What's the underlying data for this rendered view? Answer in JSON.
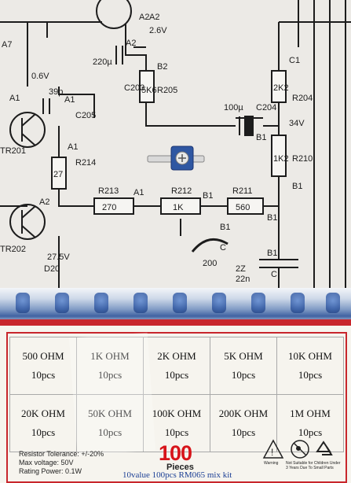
{
  "schematic": {
    "labels": [
      "A7",
      "A2",
      "A2",
      "A2",
      "2.6V",
      "C203",
      "R205",
      "B2",
      "220µ",
      "0.6V",
      "A1",
      "39p",
      "A1",
      "C205",
      "A1",
      "R214",
      "27",
      "TR201",
      "TR202",
      "A1",
      "A2",
      "R213",
      "270",
      "R212",
      "1K",
      "B1",
      "R211",
      "560",
      "B1",
      "5K6",
      "100µ",
      "C1",
      "C204",
      "34V",
      "R204",
      "2K2",
      "R210",
      "1K2",
      "B1",
      "B1",
      "B1",
      "C",
      "200",
      "2Z",
      "22n",
      "C",
      "B1",
      "D20",
      "27.5V"
    ]
  },
  "card": {
    "cells": [
      {
        "value": "500 OHM",
        "qty": "10pcs"
      },
      {
        "value": "1K OHM",
        "qty": "10pcs"
      },
      {
        "value": "2K OHM",
        "qty": "10pcs"
      },
      {
        "value": "5K OHM",
        "qty": "10pcs"
      },
      {
        "value": "10K OHM",
        "qty": "10pcs"
      },
      {
        "value": "20K OHM",
        "qty": "10pcs"
      },
      {
        "value": "50K OHM",
        "qty": "10pcs"
      },
      {
        "value": "100K OHM",
        "qty": "10pcs"
      },
      {
        "value": "200K OHM",
        "qty": "10pcs"
      },
      {
        "value": "1M OHM",
        "qty": "10pcs"
      }
    ],
    "specs": {
      "tolerance": "Resistor Tolerance: +/-20%",
      "voltage": "Max voltage: 50V",
      "power": "Rating Power: 0.1W"
    },
    "count": "100",
    "count_unit": "Pieces",
    "description": "10value 100pcs RM065 mix kit",
    "warning_label": "Warning",
    "warning_note": "Not Suitable for Children Under 3 Years Due To Small Parts"
  },
  "colors": {
    "accent_red": "#c8262c",
    "count_red": "#d7141a",
    "desc_blue": "#1c3f95",
    "trimmer_blue": "#2f57a2"
  }
}
